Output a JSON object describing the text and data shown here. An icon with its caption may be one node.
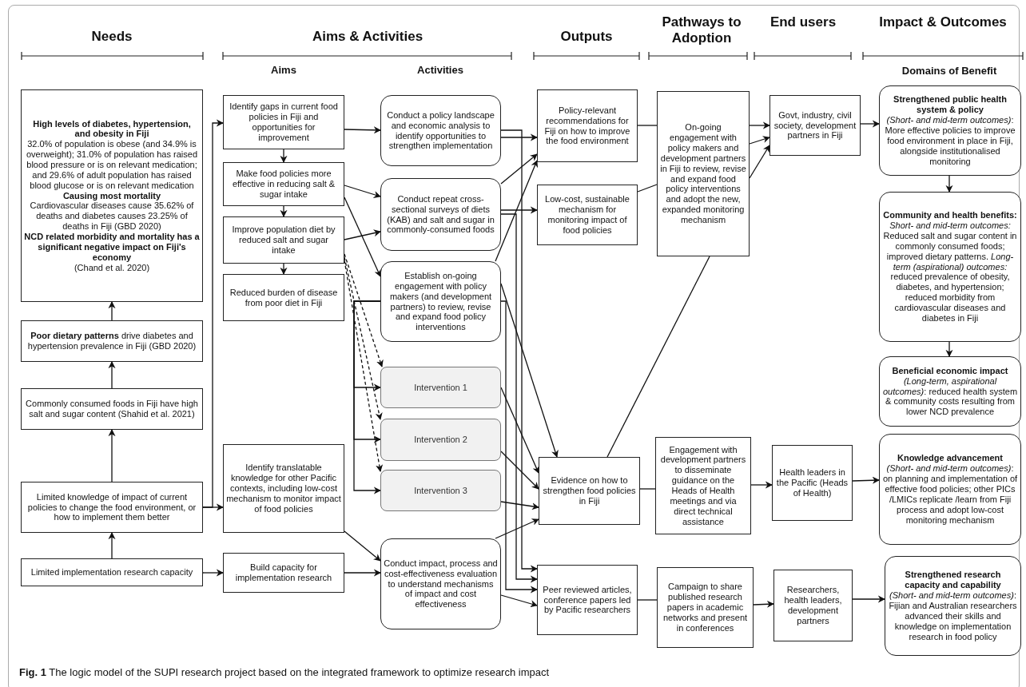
{
  "diagram": {
    "caption": "**Fig. 1** The logic model of the SUPI research project based on the integrated framework to optimize research impact",
    "nodes": [
      {
        "text": [
          "High levels of diabetes, hypertension, and obesity in Fiji",
          "32.0% of population is obese (and 34.9% is overweight); 31.0% of population has raised blood pressure or is on relevant medication; and 29.6% of adult population has raised blood glucose or is on relevant medication",
          "Causing most mortality",
          "Cardiovascular diseases cause 35.62% of deaths and diabetes causes 23.25% of deaths in Fiji (GBD 2020)",
          "NCD related morbidity and mortality has a significant negative impact on Fiji's economy",
          "(Chand et al. 2020)"
        ]
      },
      {
        "text": [
          "**Poor dietary patterns** drive diabetes and hypertension prevalence in Fiji (GBD 2020)"
        ]
      },
      {
        "text": [
          "Commonly consumed foods in Fiji have high salt and sugar content (Shahid et al. 2021)"
        ]
      },
      {
        "text": [
          "Limited knowledge of impact of current policies to change the food environment, or how to implement them better"
        ]
      },
      {
        "text": [
          "Limited implementation research capacity"
        ]
      },
      {
        "text": [
          "Identify gaps in current food policies in Fiji and opportunities for improvement"
        ]
      },
      {
        "text": [
          "Make food policies more effective in reducing salt & sugar intake"
        ]
      },
      {
        "text": [
          "Improve population diet by reduced salt and sugar intake"
        ]
      },
      {
        "text": [
          "Reduced burden of disease from poor diet in Fiji"
        ]
      },
      {
        "text": [
          "Identify translatable knowledge for other Pacific contexts, including low-cost mechanism to monitor impact of food policies"
        ]
      },
      {
        "text": [
          "Build capacity for implementation research"
        ]
      },
      {
        "text": [
          "Conduct a policy landscape and economic analysis to identify opportunities to strengthen implementation"
        ]
      },
      {
        "text": [
          "Conduct repeat cross-sectional surveys of diets (KAB) and salt and sugar in commonly-consumed foods"
        ]
      },
      {
        "text": [
          "Establish on-going engagement with policy makers (and development partners) to review, revise and expand food policy interventions"
        ]
      },
      {
        "text": [
          "Intervention 1"
        ]
      },
      {
        "text": [
          "Intervention 2"
        ]
      },
      {
        "text": [
          "Intervention 3"
        ]
      },
      {
        "text": [
          "Conduct impact, process and cost-effectiveness evaluation to understand mechanisms of impact and cost effectiveness"
        ]
      },
      {
        "text": [
          "Policy-relevant recommendations for Fiji on how to improve the food environment"
        ]
      },
      {
        "text": [
          "Low-cost, sustainable mechanism for monitoring impact of food policies"
        ]
      },
      {
        "text": [
          "Evidence on how to strengthen food policies in Fiji"
        ]
      },
      {
        "text": [
          "Peer reviewed articles, conference papers led by Pacific researchers"
        ]
      },
      {
        "text": [
          "On-going engagement with policy makers and development partners in Fiji to review, revise and expand food policy interventions and adopt the new, expanded monitoring mechanism"
        ]
      },
      {
        "text": [
          "Engagement with development partners to disseminate guidance on the Heads of Health meetings and via direct technical assistance"
        ]
      },
      {
        "text": [
          "Campaign to share published research papers in academic networks and present in conferences"
        ]
      },
      {
        "text": [
          "Govt, industry, civil society, development partners in Fiji"
        ]
      },
      {
        "text": [
          "Health leaders in the Pacific (Heads of Health)"
        ]
      },
      {
        "text": [
          "Researchers, health leaders, development partners"
        ]
      },
      {
        "text": [
          "Strengthened public health system & policy",
          "*(Short- and mid-term outcomes)*: More effective policies to improve food environment in place in Fiji, alongside institutionalised monitoring"
        ]
      },
      {
        "text": [
          "Community and health benefits:",
          "*Short- and mid-term outcomes:* Reduced salt and sugar content in commonly consumed foods; improved dietary patterns. *Long-term (aspirational) outcomes:* reduced prevalence of obesity, diabetes, and hypertension; reduced morbidity from cardiovascular diseases and diabetes in Fiji"
        ]
      },
      {
        "text": [
          "Beneficial economic impact",
          "*(Long-term, aspirational outcomes)*: reduced health system & community costs resulting from lower NCD prevalence"
        ]
      },
      {
        "text": [
          "Knowledge advancement",
          "*(Short- and mid-term outcomes)*: on planning and implementation of effective food policies; other PICs /LMICs replicate /learn from Fiji process and adopt low-cost monitoring mechanism"
        ]
      },
      {
        "text": [
          "Strengthened research capacity and capability",
          "*(Short- and mid-term outcomes)*: Fijian and Australian researchers advanced their skills and knowledge on implementation research in food policy"
        ]
      }
    ],
    "edges": [
      {
        "from": 1,
        "to": 0,
        "arrow": "to"
      },
      {
        "from": 2,
        "to": 1,
        "arrow": "to"
      },
      {
        "from": 3,
        "to": 2,
        "arrow": "to"
      },
      {
        "from": 4,
        "to": 3,
        "arrow": "to"
      },
      {
        "from": 3,
        "to": 5,
        "arrow": "to"
      },
      {
        "from": 3,
        "to": 9,
        "arrow": "to"
      },
      {
        "from": 4,
        "to": 10,
        "arrow": "to"
      },
      {
        "from": 5,
        "to": 6,
        "arrow": "to"
      },
      {
        "from": 6,
        "to": 7,
        "arrow": "to"
      },
      {
        "from": 7,
        "to": 8,
        "arrow": "to"
      },
      {
        "from": 5,
        "to": 11,
        "arrow": "to"
      },
      {
        "from": 6,
        "to": 12,
        "arrow": "to"
      },
      {
        "from": 6,
        "to": 13,
        "arrow": "to"
      },
      {
        "from": 7,
        "to": 12,
        "arrow": "to"
      },
      {
        "from": 7,
        "to": 14,
        "arrow": "to",
        "style": "dashed"
      },
      {
        "from": 7,
        "to": 15,
        "arrow": "to",
        "style": "dashed"
      },
      {
        "from": 7,
        "to": 16,
        "arrow": "to",
        "style": "dashed"
      },
      {
        "from": 13,
        "to": 14,
        "arrow": "to"
      },
      {
        "from": 13,
        "to": 15,
        "arrow": "to"
      },
      {
        "from": 13,
        "to": 16,
        "arrow": "to"
      },
      {
        "from": 9,
        "to": 17,
        "arrow": "to"
      },
      {
        "from": 10,
        "to": 17,
        "arrow": "to"
      },
      {
        "from": 11,
        "to": 18,
        "arrow": "to"
      },
      {
        "from": 12,
        "to": 18,
        "arrow": "to"
      },
      {
        "from": 13,
        "to": 18,
        "arrow": "to"
      },
      {
        "from": 12,
        "to": 19,
        "arrow": "to"
      },
      {
        "from": 13,
        "to": 20,
        "arrow": "to"
      },
      {
        "from": 14,
        "to": 20,
        "arrow": "to"
      },
      {
        "from": 15,
        "to": 20,
        "arrow": "to"
      },
      {
        "from": 16,
        "to": 20,
        "arrow": "to"
      },
      {
        "from": 17,
        "to": 20,
        "arrow": "to"
      },
      {
        "from": 11,
        "to": 21,
        "arrow": "to"
      },
      {
        "from": 12,
        "to": 21,
        "arrow": "to"
      },
      {
        "from": 13,
        "to": 21,
        "arrow": "to"
      },
      {
        "from": 17,
        "to": 21,
        "arrow": "to"
      },
      {
        "from": 18,
        "to": 22,
        "arrow": "none"
      },
      {
        "from": 19,
        "to": 22,
        "arrow": "none"
      },
      {
        "from": 20,
        "to": 22,
        "arrow": "none"
      },
      {
        "from": 20,
        "to": 23,
        "arrow": "none"
      },
      {
        "from": 21,
        "to": 24,
        "arrow": "none"
      },
      {
        "from": 22,
        "to": 25,
        "arrow": "to"
      },
      {
        "from": 22,
        "to": 25,
        "arrow": "to"
      },
      {
        "from": 22,
        "to": 25,
        "arrow": "to"
      },
      {
        "from": 23,
        "to": 26,
        "arrow": "to"
      },
      {
        "from": 24,
        "to": 27,
        "arrow": "to"
      },
      {
        "from": 25,
        "to": 28,
        "arrow": "to"
      },
      {
        "from": 26,
        "to": 31,
        "arrow": "to"
      },
      {
        "from": 27,
        "to": 32,
        "arrow": "to"
      },
      {
        "from": 28,
        "to": 29,
        "arrow": "to"
      },
      {
        "from": 29,
        "to": 30,
        "arrow": "to"
      }
    ],
    "labels": [
      "Needs",
      "Aims & Activities",
      "Outputs",
      "Pathways to Adoption",
      "End users",
      "Impact & Outcomes",
      "Aims",
      "Activities",
      "Domains of Benefit"
    ]
  }
}
